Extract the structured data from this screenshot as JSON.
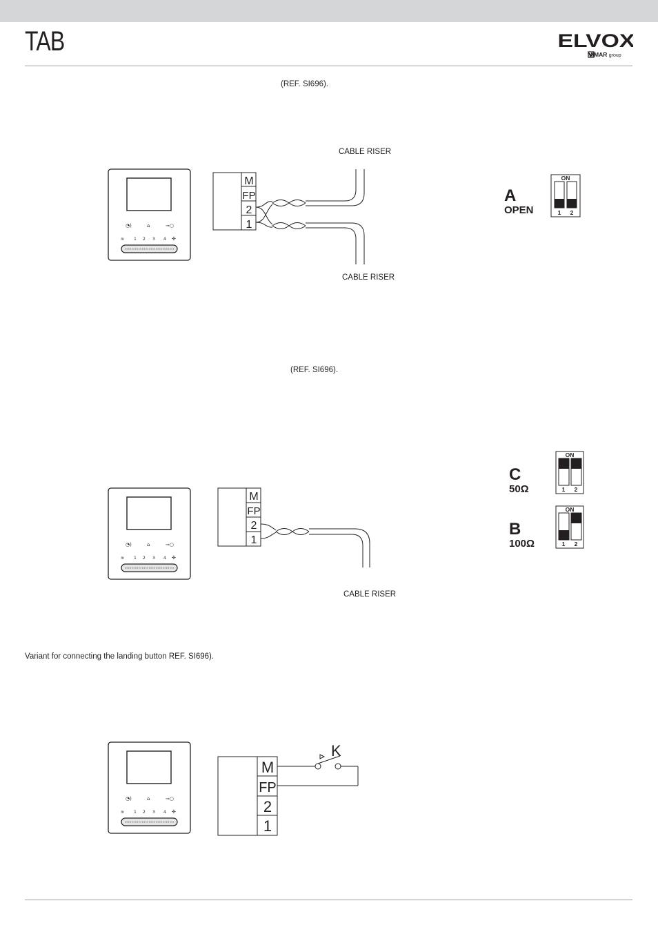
{
  "header": {
    "title": "TAB",
    "brand": "ELVOX",
    "brand_sub": "VIMAR",
    "brand_sub_tail": "group"
  },
  "section1": {
    "ref_text": "(REF. SI696).",
    "cable_riser_top": "CABLE RISER",
    "cable_riser_bottom": "CABLE RISER",
    "terminals": [
      "M",
      "FP",
      "2",
      "1"
    ],
    "dip": {
      "letter": "A",
      "label": "OPEN",
      "on": "ON",
      "pos1": "1",
      "pos2": "2"
    }
  },
  "section2": {
    "ref_text": "(REF. SI696).",
    "cable_riser": "CABLE RISER",
    "terminals": [
      "M",
      "FP",
      "2",
      "1"
    ],
    "dip_c": {
      "letter": "C",
      "label": "50Ω",
      "on": "ON",
      "pos1": "1",
      "pos2": "2"
    },
    "dip_b": {
      "letter": "B",
      "label": "100Ω",
      "on": "ON",
      "pos1": "1",
      "pos2": "2"
    }
  },
  "section3": {
    "intro_text": "Variant for connecting the landing button REF. SI696).",
    "switch_label": "K",
    "terminals": [
      "M",
      "FP",
      "2",
      "1"
    ]
  }
}
